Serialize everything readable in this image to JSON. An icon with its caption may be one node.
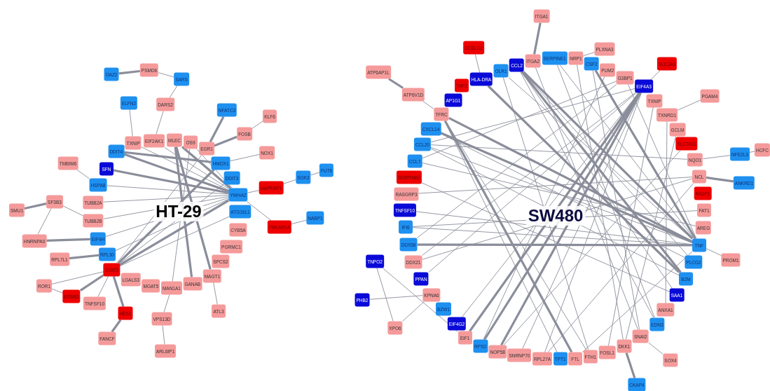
{
  "diagram": {
    "nodes": [
      {
        "text": [
          "OAZ2"
        ]
      },
      {
        "text": [
          "PSMD6"
        ]
      },
      {
        "text": [
          "SARS"
        ]
      },
      {
        "text": [
          "ELFN2"
        ]
      },
      {
        "text": [
          "DARS2"
        ]
      },
      {
        "text": [
          "NFATC3"
        ]
      },
      {
        "text": [
          "KLF6"
        ]
      },
      {
        "text": [
          "FOSB"
        ]
      },
      {
        "text": [
          "TXNIP"
        ]
      },
      {
        "text": [
          "EIF2AK1"
        ]
      },
      {
        "text": [
          "MLEC"
        ]
      },
      {
        "text": [
          "OS9"
        ]
      },
      {
        "text": [
          "EGR1"
        ]
      },
      {
        "text": [
          "DDIT4"
        ]
      },
      {
        "text": [
          "NOX1"
        ]
      },
      {
        "text": [
          "HMOX1"
        ]
      },
      {
        "text": [
          "TMBIM6"
        ]
      },
      {
        "text": [
          "SFN"
        ]
      },
      {
        "text": [
          "DDIT3"
        ]
      },
      {
        "text": [
          "FUT6"
        ]
      },
      {
        "text": [
          "SGK2"
        ]
      },
      {
        "text": [
          "HSPA8"
        ]
      },
      {
        "text": [
          "MAPKAP1"
        ]
      },
      {
        "text": [
          "YWHAZ"
        ]
      },
      {
        "text": [
          "SF3B3"
        ]
      },
      {
        "text": [
          "TUBB2A"
        ]
      },
      {
        "text": [
          "SMU1"
        ]
      },
      {
        "text": [
          "ATG16L1"
        ]
      },
      {
        "text": [
          "NABP1"
        ]
      },
      {
        "text": [
          "TUBB2B"
        ]
      },
      {
        "text": [
          "PRKAR1A"
        ]
      },
      {
        "text": [
          "CYB5A"
        ]
      },
      {
        "text": [
          "EIF4H"
        ]
      },
      {
        "text": [
          "HNRNPA0"
        ]
      },
      {
        "text": [
          "PGRMC1"
        ]
      },
      {
        "text": [
          "RPL30"
        ]
      },
      {
        "text": [
          "RPL7L1"
        ]
      },
      {
        "text": [
          "SPCS2"
        ]
      },
      {
        "text": [
          "STAT3"
        ]
      },
      {
        "text": [
          "MAGT1"
        ]
      },
      {
        "text": [
          "LGALS3"
        ]
      },
      {
        "text": [
          "GANAB"
        ]
      },
      {
        "text": [
          "MGAT5"
        ]
      },
      {
        "text": [
          "MAN1A1"
        ]
      },
      {
        "text": [
          "ROR1"
        ]
      },
      {
        "text": [
          "ERBB3"
        ]
      },
      {
        "text": [
          "TNFSF10"
        ]
      },
      {
        "text": [
          "ATL3"
        ]
      },
      {
        "text": [
          "HES1"
        ]
      },
      {
        "text": [
          "VPS13D"
        ]
      },
      {
        "text": [
          "FANCF"
        ]
      },
      {
        "text": [
          "ARL6IP1"
        ]
      },
      {
        "text": [
          "ITGA1"
        ]
      },
      {
        "text": [
          "PLXNA3"
        ]
      },
      {
        "text": [
          "DCBLD2"
        ]
      },
      {
        "text": [
          "ITGA2"
        ]
      },
      {
        "text": [
          "SERPINE1"
        ]
      },
      {
        "text": [
          "NRP1"
        ]
      },
      {
        "text": [
          "CSF2"
        ]
      },
      {
        "text": [
          "SLC2A3"
        ]
      },
      {
        "text": [
          "CCL2"
        ]
      },
      {
        "text": [
          "OLR1"
        ]
      },
      {
        "text": [
          "PUM2"
        ]
      },
      {
        "text": [
          "ATP6AP1L"
        ]
      },
      {
        "text": [
          "HLA-DRA"
        ]
      },
      {
        "text": [
          "G3BP1"
        ]
      },
      {
        "text": [
          "TAP2"
        ]
      },
      {
        "text": [
          "EIF4A3"
        ]
      },
      {
        "text": [
          "ATP6V1D"
        ]
      },
      {
        "text": [
          "AP1G1"
        ]
      },
      {
        "text": [
          "PGAM4"
        ]
      },
      {
        "text": [
          "TXNIP"
        ]
      },
      {
        "text": [
          "TFRC"
        ]
      },
      {
        "text": [
          "TXNRD1"
        ]
      },
      {
        "text": [
          "CXCL14"
        ]
      },
      {
        "text": [
          "GCLM"
        ]
      },
      {
        "text": [
          "CCL20"
        ]
      },
      {
        "text": [
          "SLC7A11"
        ]
      },
      {
        "text": [
          "HCFC"
        ]
      },
      {
        "text": [
          "NFE2L3"
        ]
      },
      {
        "text": [
          "CCL7"
        ]
      },
      {
        "text": [
          "NQO1"
        ]
      },
      {
        "text": [
          "SERPINB2"
        ]
      },
      {
        "text": [
          "NCL"
        ]
      },
      {
        "text": [
          "ANKRD1"
        ]
      },
      {
        "text": [
          "NR2F1"
        ]
      },
      {
        "text": [
          "RASGRP3"
        ]
      },
      {
        "text": [
          "TNFSF10"
        ]
      },
      {
        "text": [
          "FAT1"
        ]
      },
      {
        "text": [
          "IFI6"
        ]
      },
      {
        "text": [
          "AREG"
        ]
      },
      {
        "text": [
          "DDX58"
        ]
      },
      {
        "text": [
          "TNF"
        ]
      },
      {
        "text": [
          "PROM1"
        ]
      },
      {
        "text": [
          "TNPO2"
        ]
      },
      {
        "text": [
          "PLCG2"
        ]
      },
      {
        "text": [
          "DDX21"
        ]
      },
      {
        "text": [
          "B2M"
        ]
      },
      {
        "text": [
          "PPAN"
        ]
      },
      {
        "text": [
          "SAA1"
        ]
      },
      {
        "text": [
          "KPNA6"
        ]
      },
      {
        "text": [
          "PHB2"
        ]
      },
      {
        "text": [
          "ANXA1"
        ]
      },
      {
        "text": [
          "BZW1"
        ]
      },
      {
        "text": [
          "EDN3"
        ]
      },
      {
        "text": [
          "EIF4G2"
        ]
      },
      {
        "text": [
          "XPO6"
        ]
      },
      {
        "text": [
          "EIF1"
        ]
      },
      {
        "text": [
          "SNAI2"
        ]
      },
      {
        "text": [
          "DKK1"
        ]
      },
      {
        "text": [
          "RPS2"
        ]
      },
      {
        "text": [
          "FOSL1"
        ]
      },
      {
        "text": [
          "NOP58"
        ]
      },
      {
        "text": [
          "FTH1"
        ]
      },
      {
        "text": [
          "SNRNP70"
        ]
      },
      {
        "text": [
          "FTL"
        ]
      },
      {
        "text": [
          "TPT1"
        ]
      },
      {
        "text": [
          "RPL27A"
        ]
      },
      {
        "text": [
          "SOX4"
        ]
      },
      {
        "text": [
          "CKAP4"
        ]
      }
    ],
    "edges": [
      {
        "from": 0,
        "to": 1,
        "arrow": "none",
        "style": "thick"
      },
      {
        "from": 1,
        "to": 2,
        "arrow": "none"
      },
      {
        "from": 2,
        "to": 4,
        "arrow": "none"
      },
      {
        "from": 4,
        "to": 9,
        "arrow": "none"
      },
      {
        "from": 3,
        "to": 8,
        "arrow": "none"
      },
      {
        "from": 5,
        "to": 12,
        "arrow": "none",
        "style": "thick"
      },
      {
        "from": 7,
        "to": 12,
        "arrow": "none",
        "style": "thick"
      },
      {
        "from": 6,
        "to": 7,
        "arrow": "none"
      },
      {
        "from": 14,
        "to": 15,
        "arrow": "none"
      },
      {
        "from": 22,
        "to": 23,
        "arrow": "none"
      },
      {
        "from": 22,
        "to": 20,
        "arrow": "none"
      },
      {
        "from": 20,
        "to": 19,
        "arrow": "none"
      },
      {
        "from": 30,
        "to": 23,
        "arrow": "none"
      },
      {
        "from": 30,
        "to": 28,
        "arrow": "none"
      },
      {
        "from": 16,
        "to": 21,
        "arrow": "none"
      },
      {
        "from": 26,
        "to": 24,
        "arrow": "none",
        "style": "thick"
      },
      {
        "from": 24,
        "to": 33,
        "arrow": "none"
      },
      {
        "from": 24,
        "to": 29,
        "arrow": "none"
      },
      {
        "from": 33,
        "to": 32,
        "arrow": "none",
        "style": "thick"
      },
      {
        "from": 36,
        "to": 35,
        "arrow": "none",
        "style": "thick"
      },
      {
        "from": 44,
        "to": 38,
        "arrow": "none"
      },
      {
        "from": 44,
        "to": 45,
        "arrow": "none"
      },
      {
        "from": 45,
        "to": 38,
        "arrow": "none",
        "style": "thick"
      },
      {
        "from": 46,
        "to": 38,
        "arrow": "none"
      },
      {
        "from": 38,
        "to": 48,
        "arrow": "none",
        "style": "thick"
      },
      {
        "from": 48,
        "to": 50,
        "arrow": "none",
        "style": "thick"
      },
      {
        "from": 43,
        "to": 49,
        "arrow": "none"
      },
      {
        "from": 49,
        "to": 51,
        "arrow": "none"
      },
      {
        "from": 39,
        "to": 47,
        "arrow": "none"
      },
      {
        "from": 23,
        "to": 13,
        "arrow": "none",
        "style": "thick"
      },
      {
        "from": 23,
        "to": 17,
        "arrow": "none",
        "style": "thick"
      },
      {
        "from": 23,
        "to": 21,
        "arrow": "none"
      },
      {
        "from": 23,
        "to": 25,
        "arrow": "none"
      },
      {
        "from": 23,
        "to": 29,
        "arrow": "none"
      },
      {
        "from": 23,
        "to": 32,
        "arrow": "none"
      },
      {
        "from": 23,
        "to": 35,
        "arrow": "none"
      },
      {
        "from": 23,
        "to": 38,
        "arrow": "none",
        "style": "thick"
      },
      {
        "from": 23,
        "to": 10,
        "arrow": "none",
        "style": "thick"
      },
      {
        "from": 23,
        "to": 9,
        "arrow": "none"
      },
      {
        "from": 23,
        "to": 8,
        "arrow": "none"
      },
      {
        "from": 23,
        "to": 11,
        "arrow": "none"
      },
      {
        "from": 10,
        "to": 41,
        "arrow": "none",
        "style": "thick"
      },
      {
        "from": 10,
        "to": 39,
        "arrow": "none",
        "style": "thick"
      },
      {
        "from": 38,
        "to": 27,
        "arrow": "none"
      },
      {
        "from": 38,
        "to": 15,
        "arrow": "none",
        "style": "thick"
      },
      {
        "from": 38,
        "to": 12,
        "arrow": "none"
      },
      {
        "from": 38,
        "to": 18,
        "arrow": "none"
      },
      {
        "from": 43,
        "to": 11,
        "arrow": "none"
      },
      {
        "from": 13,
        "to": 15,
        "arrow": "none",
        "style": "thick"
      },
      {
        "from": 52,
        "to": 55,
        "arrow": "none",
        "style": "thick"
      },
      {
        "from": 53,
        "to": 57,
        "arrow": "none"
      },
      {
        "from": 54,
        "to": 64,
        "arrow": "none"
      },
      {
        "from": 63,
        "to": 68,
        "arrow": "none",
        "style": "thick"
      },
      {
        "from": 68,
        "to": 72,
        "arrow": "none"
      },
      {
        "from": 59,
        "to": 67,
        "arrow": "none"
      },
      {
        "from": 70,
        "to": 73,
        "arrow": "none"
      },
      {
        "from": 81,
        "to": 79,
        "arrow": "none"
      },
      {
        "from": 79,
        "to": 78,
        "arrow": "none"
      },
      {
        "from": 83,
        "to": 84,
        "arrow": "none",
        "style": "thick"
      },
      {
        "from": 92,
        "to": 93,
        "arrow": "none"
      },
      {
        "from": 108,
        "to": 118,
        "arrow": "none"
      },
      {
        "from": 109,
        "to": 119,
        "arrow": "none",
        "style": "thick"
      },
      {
        "from": 94,
        "to": 106,
        "arrow": "none"
      },
      {
        "from": 94,
        "to": 107,
        "arrow": "none"
      },
      {
        "from": 101,
        "to": 100,
        "arrow": "none"
      },
      {
        "from": 106,
        "to": 100,
        "arrow": "none"
      },
      {
        "from": 92,
        "to": 65,
        "arrow": "none"
      },
      {
        "from": 92,
        "to": 60,
        "arrow": "none",
        "style": "thick"
      },
      {
        "from": 92,
        "to": 72,
        "arrow": "none",
        "style": "thick"
      },
      {
        "from": 92,
        "to": 91,
        "arrow": "none",
        "style": "thick"
      },
      {
        "from": 92,
        "to": 87,
        "arrow": "none"
      },
      {
        "from": 92,
        "to": 74,
        "arrow": "none",
        "style": "thick"
      },
      {
        "from": 92,
        "to": 76,
        "arrow": "none"
      },
      {
        "from": 92,
        "to": 61,
        "arrow": "none"
      },
      {
        "from": 92,
        "to": 56,
        "arrow": "none"
      },
      {
        "from": 92,
        "to": 89,
        "arrow": "none"
      },
      {
        "from": 92,
        "to": 115,
        "arrow": "none"
      },
      {
        "from": 67,
        "to": 110,
        "arrow": "none",
        "style": "thick"
      },
      {
        "from": 67,
        "to": 107,
        "arrow": "none",
        "style": "thick"
      },
      {
        "from": 67,
        "to": 105,
        "arrow": "none"
      },
      {
        "from": 67,
        "to": 112,
        "arrow": "none",
        "style": "thick"
      },
      {
        "from": 67,
        "to": 114,
        "arrow": "none"
      },
      {
        "from": 67,
        "to": 117,
        "arrow": "none"
      },
      {
        "from": 67,
        "to": 96,
        "arrow": "none"
      },
      {
        "from": 67,
        "to": 98,
        "arrow": "none"
      },
      {
        "from": 67,
        "to": 76,
        "arrow": "none"
      },
      {
        "from": 60,
        "to": 97,
        "arrow": "none",
        "style": "thick"
      },
      {
        "from": 60,
        "to": 95,
        "arrow": "none"
      },
      {
        "from": 60,
        "to": 99,
        "arrow": "none"
      },
      {
        "from": 61,
        "to": 113,
        "arrow": "none"
      },
      {
        "from": 72,
        "to": 115,
        "arrow": "none",
        "style": "thick"
      },
      {
        "from": 72,
        "to": 113,
        "arrow": "none"
      },
      {
        "from": 72,
        "to": 116,
        "arrow": "none"
      },
      {
        "from": 64,
        "to": 97,
        "arrow": "none",
        "style": "thick"
      },
      {
        "from": 58,
        "to": 108,
        "arrow": "none"
      },
      {
        "from": 58,
        "to": 92,
        "arrow": "none",
        "style": "thick"
      },
      {
        "from": 56,
        "to": 104,
        "arrow": "none"
      },
      {
        "from": 57,
        "to": 109,
        "arrow": "none"
      },
      {
        "from": 65,
        "to": 91,
        "arrow": "none"
      },
      {
        "from": 65,
        "to": 80,
        "arrow": "none"
      },
      {
        "from": 62,
        "to": 110,
        "arrow": "none"
      },
      {
        "from": 71,
        "to": 111,
        "arrow": "none"
      },
      {
        "from": 73,
        "to": 102,
        "arrow": "none"
      },
      {
        "from": 75,
        "to": 109,
        "arrow": "none"
      },
      {
        "from": 77,
        "to": 112,
        "arrow": "none"
      },
      {
        "from": 81,
        "to": 76,
        "arrow": "none"
      },
      {
        "from": 83,
        "to": 117,
        "arrow": "none"
      },
      {
        "from": 83,
        "to": 96,
        "arrow": "none"
      },
      {
        "from": 83,
        "to": 86,
        "arrow": "none"
      },
      {
        "from": 90,
        "to": 80,
        "arrow": "none"
      },
      {
        "from": 88,
        "to": 89,
        "arrow": "none"
      },
      {
        "from": 95,
        "to": 74,
        "arrow": "none"
      },
      {
        "from": 97,
        "to": 76,
        "arrow": "none"
      },
      {
        "from": 99,
        "to": 82,
        "arrow": "none"
      },
      {
        "from": 104,
        "to": 60,
        "arrow": "none"
      },
      {
        "from": 108,
        "to": 55,
        "arrow": "none"
      }
    ],
    "labels": [
      "HT-29",
      "SW480"
    ]
  }
}
